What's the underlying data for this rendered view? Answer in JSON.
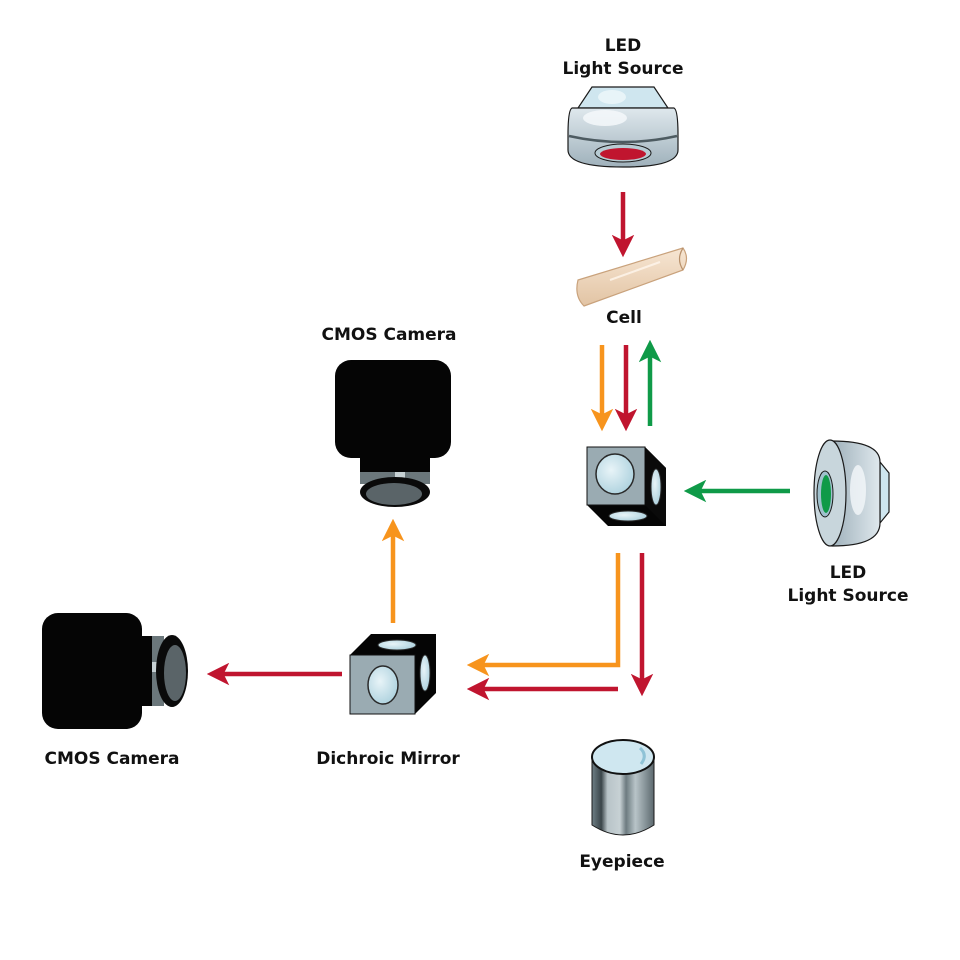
{
  "colors": {
    "red": "#c0152f",
    "orange": "#f7941d",
    "green": "#0f9a48",
    "body_black": "#050505",
    "metal_gray": "#9aabb2",
    "glass_blue": "#c9e4ee",
    "cell_tan": "#f1d9bf"
  },
  "labels": {
    "led_top_line1": "LED",
    "led_top_line2": "Light Source",
    "cell": "Cell",
    "camera_top": "CMOS Camera",
    "led_right_line1": "LED",
    "led_right_line2": "Light Source",
    "camera_left": "CMOS Camera",
    "dichroic": "Dichroic Mirror",
    "eyepiece": "Eyepiece"
  }
}
